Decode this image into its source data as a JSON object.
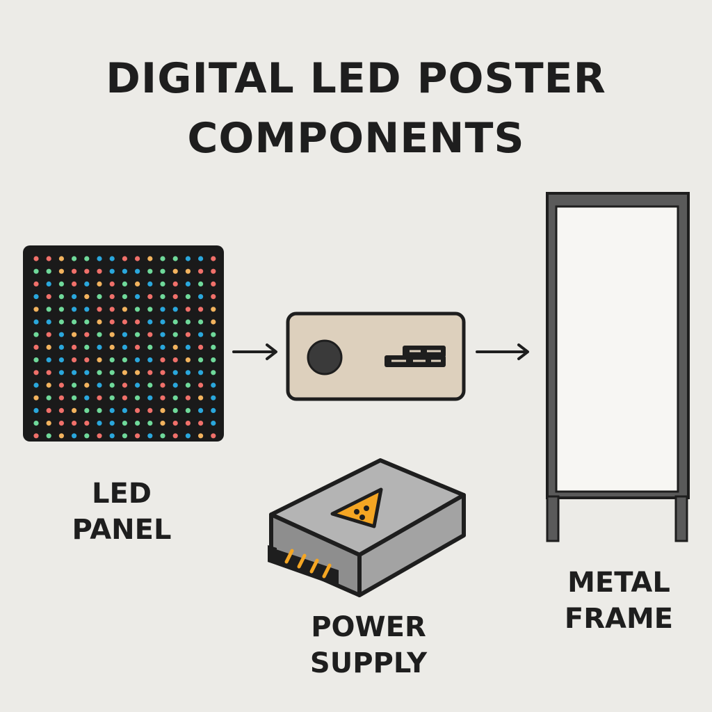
{
  "title": {
    "line1": "DIGITAL LED POSTER",
    "line2": "COMPONENTS"
  },
  "components": {
    "led_panel": {
      "line1": "LED",
      "line2": "PANEL",
      "icon": "led-matrix-icon"
    },
    "controller": {
      "icon": "controller-box-icon"
    },
    "power_supply": {
      "line1": "POWER",
      "line2": "SUPPLY",
      "icon": "power-adapter-icon",
      "warning_icon": "warning-triangle-icon"
    },
    "metal_frame": {
      "line1": "METAL",
      "line2": "FRAME",
      "icon": "poster-frame-icon"
    }
  },
  "colors": {
    "background": "#ecebe7",
    "outline": "#1e1e1e",
    "led_red": "#f0706a",
    "led_blue": "#2aa7dc",
    "led_green": "#6fd99a",
    "led_yellow": "#f2b35e",
    "controller_fill": "#ddd0bd",
    "psu_gray": "#a9a9a9",
    "warning_orange": "#f5a623",
    "frame_gray": "#555555"
  }
}
